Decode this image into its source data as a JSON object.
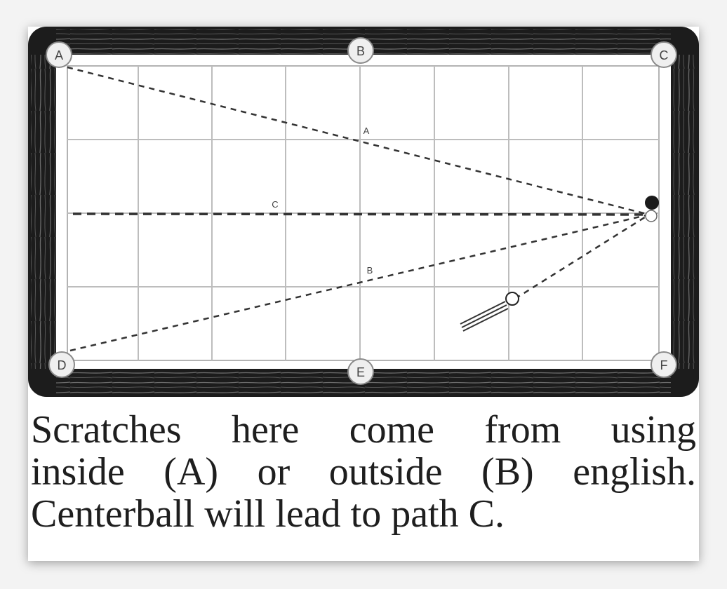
{
  "pockets": [
    "A",
    "B",
    "C",
    "D",
    "E",
    "F"
  ],
  "path_labels": {
    "a": "A",
    "b": "B",
    "c": "C"
  },
  "caption": {
    "lines": [
      "Scratches here come from using",
      "inside (A) or outside (B) english.",
      "Centerball will lead to path C."
    ]
  }
}
